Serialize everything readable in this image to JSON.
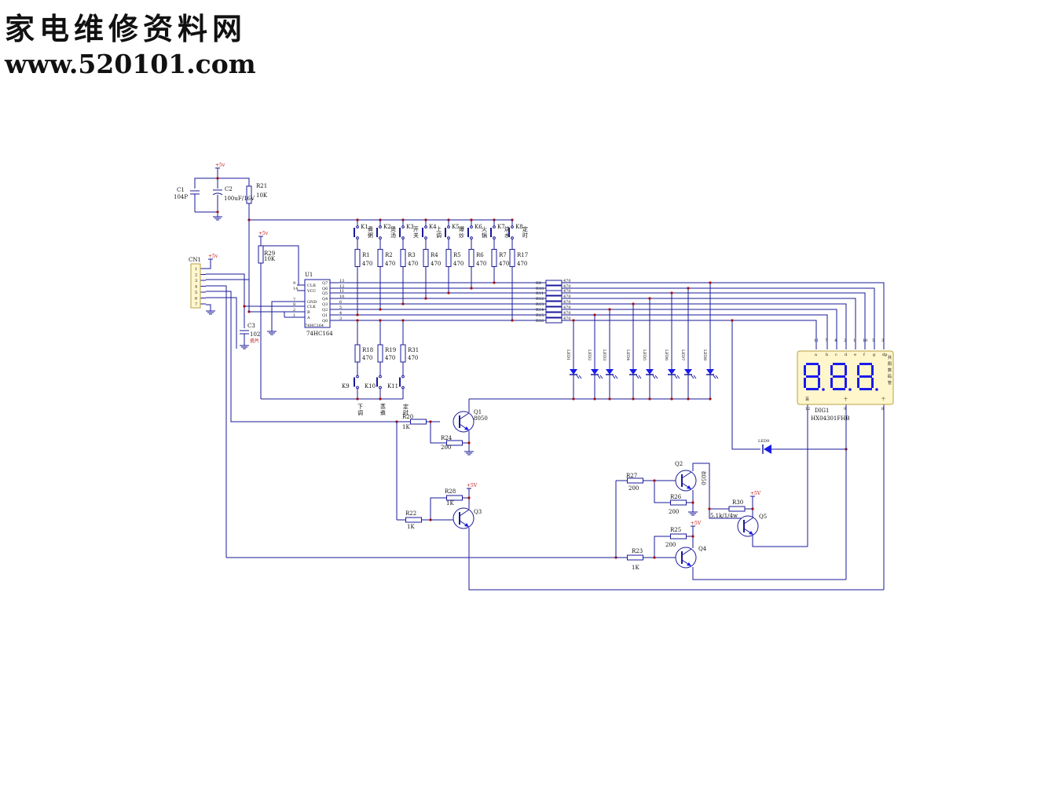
{
  "header": {
    "site_name": "家电维修资料网",
    "site_url": "www.520101.com"
  },
  "schematic": {
    "power": {
      "vcc": "+5V",
      "vcc_short": "+5v"
    },
    "capacitors": [
      {
        "ref": "C1",
        "value": "104P"
      },
      {
        "ref": "C2",
        "value": "100uF/16V"
      },
      {
        "ref": "C3",
        "value": "102"
      }
    ],
    "c3_note": "瓷片",
    "connector": {
      "ref": "CN1",
      "pins": [
        "1",
        "2",
        "3",
        "4",
        "5",
        "6",
        "7"
      ]
    },
    "ic": {
      "ref": "U1",
      "part": "74HC164",
      "part_inside": "74HC164",
      "pins_left": [
        {
          "num": "9",
          "name": "CLR"
        },
        {
          "num": "14",
          "name": "VCC"
        },
        {
          "num": "7",
          "name": "GND"
        },
        {
          "num": "8",
          "name": "CLK"
        },
        {
          "num": "2",
          "name": "B"
        },
        {
          "num": "1",
          "name": "A"
        }
      ],
      "pins_right": [
        {
          "num": "13",
          "name": "Q7"
        },
        {
          "num": "12",
          "name": "Q6"
        },
        {
          "num": "11",
          "name": "Q5"
        },
        {
          "num": "10",
          "name": "Q4"
        },
        {
          "num": "6",
          "name": "Q3"
        },
        {
          "num": "5",
          "name": "Q2"
        },
        {
          "num": "4",
          "name": "Q1"
        },
        {
          "num": "3",
          "name": "Q0"
        }
      ]
    },
    "keys_top": [
      {
        "ref": "K1",
        "label": "煮粥"
      },
      {
        "ref": "K2",
        "label": "煲汤"
      },
      {
        "ref": "K3",
        "label": "开关"
      },
      {
        "ref": "K4",
        "label": "上调"
      },
      {
        "ref": "K5",
        "label": "爆炒"
      },
      {
        "ref": "K6",
        "label": "火锅"
      },
      {
        "ref": "K7",
        "label": "烧水"
      },
      {
        "ref": "K8",
        "label": "定时"
      }
    ],
    "keys_bottom": [
      {
        "ref": "K9",
        "label": "下调"
      },
      {
        "ref": "K10",
        "label": "蒸煮"
      },
      {
        "ref": "K11",
        "label": "定时"
      }
    ],
    "resistors_top": [
      {
        "ref": "R1",
        "value": "470"
      },
      {
        "ref": "R2",
        "value": "470"
      },
      {
        "ref": "R3",
        "value": "470"
      },
      {
        "ref": "R4",
        "value": "470"
      },
      {
        "ref": "R5",
        "value": "470"
      },
      {
        "ref": "R6",
        "value": "470"
      },
      {
        "ref": "R7",
        "value": "470"
      },
      {
        "ref": "R17",
        "value": "470"
      }
    ],
    "resistors_bottom": [
      {
        "ref": "R18",
        "value": "470"
      },
      {
        "ref": "R19",
        "value": "470"
      },
      {
        "ref": "R31",
        "value": "470"
      }
    ],
    "resistors_array": [
      {
        "ref": "R9",
        "value": "470"
      },
      {
        "ref": "R10",
        "value": "470"
      },
      {
        "ref": "R11",
        "value": "470"
      },
      {
        "ref": "R12",
        "value": "470"
      },
      {
        "ref": "R13",
        "value": "470"
      },
      {
        "ref": "R14",
        "value": "470"
      },
      {
        "ref": "R15",
        "value": "470"
      },
      {
        "ref": "R16",
        "value": "470"
      }
    ],
    "r21": {
      "ref": "R21",
      "value": "10K"
    },
    "r29": {
      "ref": "R29",
      "value": "10K"
    },
    "leds": [
      "LED1",
      "LED2",
      "LED3",
      "LED4",
      "LED5",
      "LED6",
      "LED7",
      "LED8"
    ],
    "led9": "LED9",
    "display": {
      "ref": "DIG1",
      "part": "HX04301FHB",
      "digits": "888",
      "side_label": "共阳数码管",
      "top_pins": [
        "11",
        "7",
        "4",
        "2",
        "1",
        "10",
        "5",
        "3"
      ],
      "seg_names": [
        "a",
        "b",
        "c",
        "d",
        "e",
        "f",
        "g",
        "dp"
      ],
      "bottom_pins": [
        "12",
        "9",
        "8"
      ],
      "bottom_names": [
        "百",
        "十",
        "个"
      ]
    },
    "transistors": [
      {
        "ref": "Q1",
        "type": "8050"
      },
      {
        "ref": "Q2",
        "type": "8050"
      },
      {
        "ref": "Q3",
        "type": ""
      },
      {
        "ref": "Q4",
        "type": ""
      },
      {
        "ref": "Q5",
        "type": ""
      }
    ],
    "resistors_misc": [
      {
        "ref": "R20",
        "value": "1K"
      },
      {
        "ref": "R24",
        "value": "200"
      },
      {
        "ref": "R25",
        "value": "200"
      },
      {
        "ref": "R28",
        "value": "1K"
      },
      {
        "ref": "R22",
        "value": "1K"
      },
      {
        "ref": "R26",
        "value": "200"
      },
      {
        "ref": "R27",
        "value": "200"
      },
      {
        "ref": "R23",
        "value": "1K"
      },
      {
        "ref": "R30",
        "value": "5.1k/1/4w"
      }
    ]
  }
}
